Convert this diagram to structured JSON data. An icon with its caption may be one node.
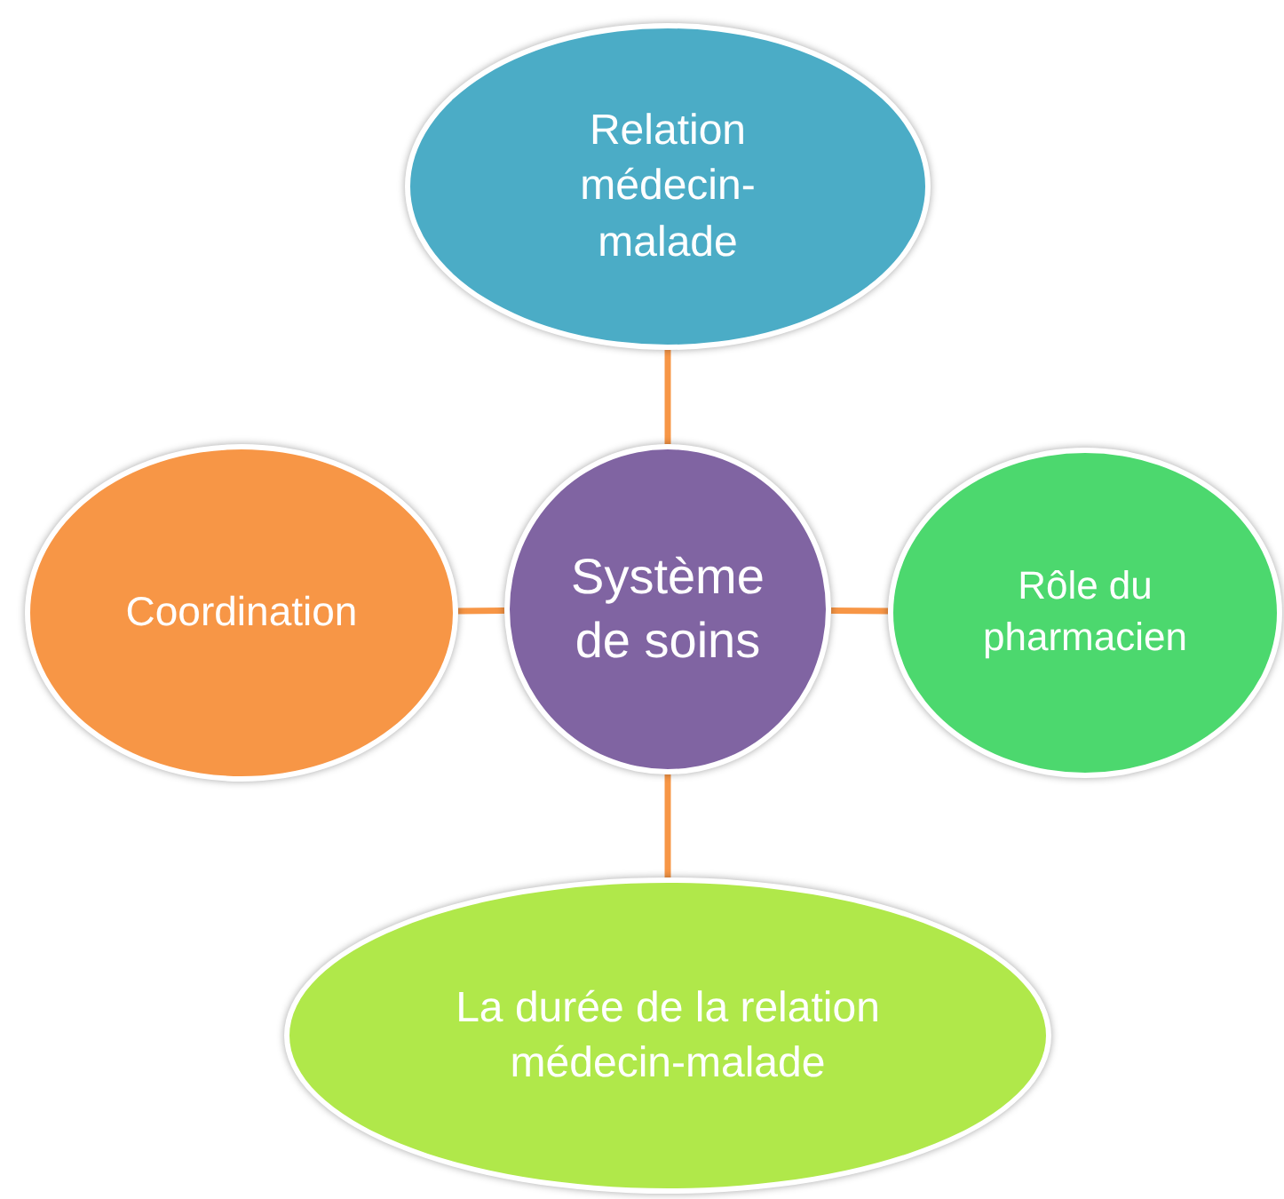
{
  "diagram": {
    "nodes": [
      {
        "text": [
          "Relation médecin-malade"
        ]
      },
      {
        "text": [
          "Coordination"
        ]
      },
      {
        "text": [
          "Système de soins"
        ]
      },
      {
        "text": [
          "Rôle du pharmacien"
        ]
      },
      {
        "text": [
          "La durée de la relation médecin-malade"
        ]
      }
    ],
    "edges": [
      {
        "from": 2,
        "to": 0,
        "arrow": "none"
      },
      {
        "from": 2,
        "to": 1,
        "arrow": "none"
      },
      {
        "from": 2,
        "to": 3,
        "arrow": "none"
      },
      {
        "from": 2,
        "to": 4,
        "arrow": "none"
      }
    ]
  }
}
